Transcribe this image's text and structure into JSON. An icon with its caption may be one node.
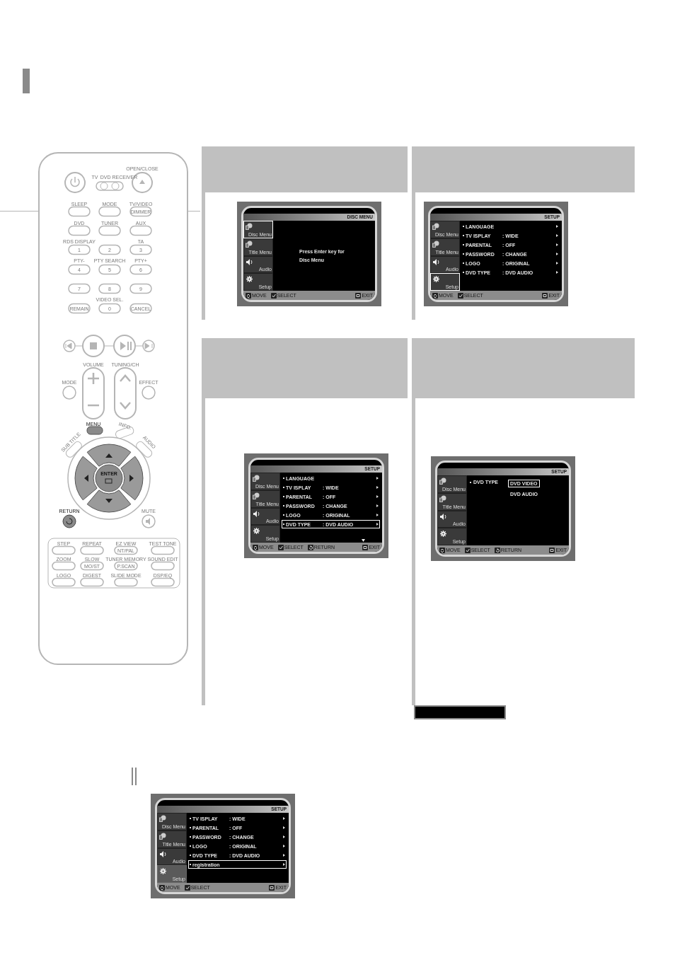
{
  "diagram": {
    "nodes": [
      {
        "text": [
          "OPEN/CLOSE",
          "TV",
          "DVD RECEIVER",
          "SLEEP",
          "MODE",
          "TV/VIDEO",
          "DIMMER",
          "DVD",
          "TUNER",
          "AUX",
          "RDS DISPLAY",
          "TA",
          "1",
          "2",
          "3",
          "PTY-",
          "PTY SEARCH",
          "PTY+",
          "4",
          "5",
          "6",
          "7",
          "8",
          "9",
          "VIDEO SEL.",
          "REMAIN",
          "0",
          "CANCEL",
          "VOLUME",
          "TUNING/CH",
          "MODE",
          "EFFECT",
          "MENU",
          "INFO.",
          "SUB TITLE",
          "AUDIO",
          "ENTER",
          "RETURN",
          "MUTE",
          "STEP",
          "REPEAT",
          "EZ VIEW",
          "TEST TONE",
          "NT/PAL",
          "ZOOM",
          "SLOW",
          "TUNER MEMORY",
          "SOUND EDIT",
          "MO/ST",
          "P.SCAN",
          "LOGO",
          "DIGEST",
          "SLIDE MODE",
          "DSP/EQ"
        ]
      },
      {
        "text": [],
        "shape": "box"
      },
      {
        "text": [],
        "shape": "box"
      },
      {
        "text": [],
        "shape": "box"
      },
      {
        "text": [],
        "shape": "box"
      },
      {
        "text": [
          "DISC MENU",
          "Disc Menu",
          "Title Menu",
          "Audio",
          "Setup",
          "Press Enter key for Disc Menu",
          "MOVE",
          "SELECT",
          "EXIT"
        ],
        "in": 1
      },
      {
        "text": [
          "SETUP",
          "Disc Menu",
          "Title Menu",
          "Audio",
          "Setup",
          "LANGUAGE",
          "TV ISPLAY",
          ": WIDE",
          "PARENTAL",
          ": OFF",
          "PASSWORD",
          ": CHANGE",
          "LOGO",
          ": ORIGINAL",
          "DVD TYPE",
          ": DVD AUDIO",
          "MOVE",
          "SELECT",
          "EXIT"
        ],
        "in": 2
      },
      {
        "text": [
          "SETUP",
          "Disc Menu",
          "Title Menu",
          "Audio",
          "Setup",
          "LANGUAGE",
          "TV ISPLAY",
          ": WIDE",
          "PARENTAL",
          ": OFF",
          "PASSWORD",
          ": CHANGE",
          "LOGO",
          ": ORIGINAL",
          "DVD TYPE",
          ": DVD AUDIO",
          "MOVE",
          "SELECT",
          "RETURN",
          "EXIT"
        ],
        "in": 3
      },
      {
        "text": [
          "SETUP",
          "Disc Menu",
          "Title Menu",
          "Audio",
          "Setup",
          "DVD TYPE",
          "DVD VIDEO",
          "DVD AUDIO",
          "MOVE",
          "SELECT",
          "RETURN",
          "EXIT"
        ],
        "in": 4
      },
      {
        "text": [
          "SETUP",
          "Disc Menu",
          "Title Menu",
          "Audio",
          "Setup",
          "TV ISPLAY",
          ": WIDE",
          "PARENTAL",
          ": OFF",
          "PASSWORD",
          ": CHANGE",
          "LOGO",
          ": ORIGINAL",
          "DVD TYPE",
          ": DVD AUDIO",
          "registration",
          "MOVE",
          "SELECT",
          "EXIT"
        ]
      },
      {
        "text": [],
        "shape": "bar"
      }
    ]
  }
}
